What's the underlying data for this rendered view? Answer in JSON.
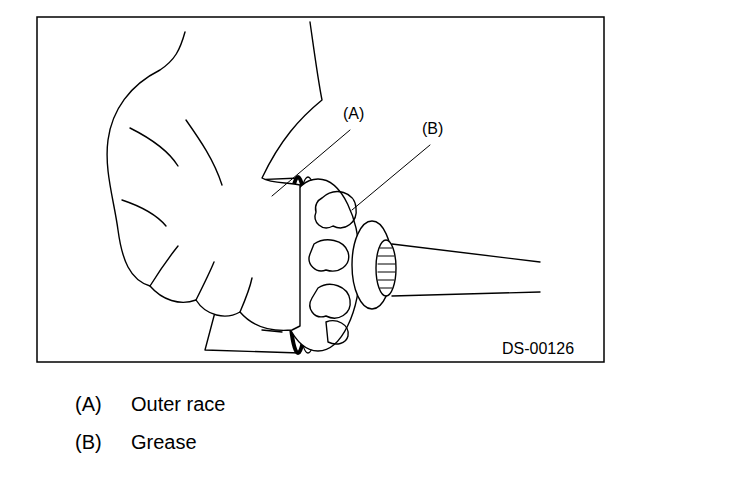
{
  "diagram": {
    "labels": [
      "(A)",
      "(B)",
      "DS-00126",
      "(A)",
      "Outer race",
      "(B)",
      "Grease"
    ]
  }
}
